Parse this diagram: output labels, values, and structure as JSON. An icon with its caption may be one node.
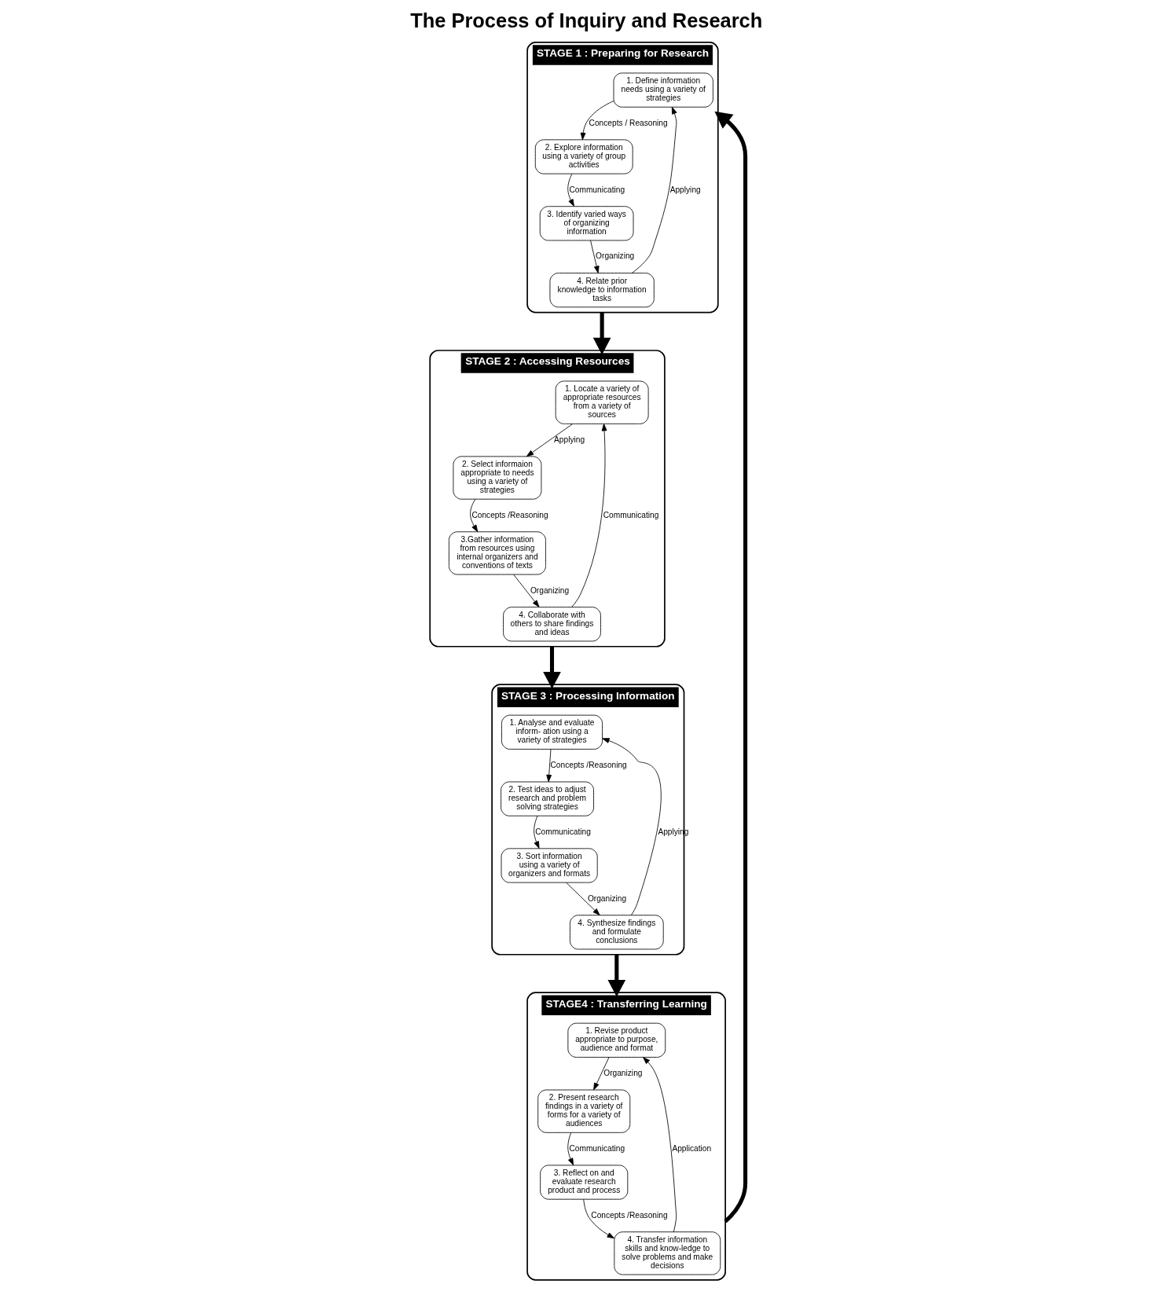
{
  "diagram": {
    "title": "The Process of Inquiry and Research",
    "nodes": [
      {
        "text": [
          "STAGE 1 : Preparing for Research"
        ]
      },
      {
        "text": [
          "1. Define information needs using a variety of strategies"
        ],
        "in": 0
      },
      {
        "text": [
          "2. Explore information using a variety of group activities"
        ],
        "in": 0
      },
      {
        "text": [
          "3. Identify varied ways of organizing information"
        ],
        "in": 0
      },
      {
        "text": [
          "4. Relate prior knowledge to information tasks"
        ],
        "in": 0
      },
      {
        "text": [
          "STAGE 2 : Accessing Resources"
        ]
      },
      {
        "text": [
          "1. Locate a variety of appropriate resources from a variety of sources"
        ],
        "in": 5
      },
      {
        "text": [
          "2. Select informaion appropriate to needs using a variety of strategies"
        ],
        "in": 5
      },
      {
        "text": [
          "3.Gather information from resources using internal organizers and conventions of texts"
        ],
        "in": 5
      },
      {
        "text": [
          "4. Collaborate with others to share findings and ideas"
        ],
        "in": 5
      },
      {
        "text": [
          "STAGE 3 : Processing Information"
        ]
      },
      {
        "text": [
          "1. Analyse and evaluate inform- ation using a variety of strategies"
        ],
        "in": 10
      },
      {
        "text": [
          "2. Test ideas to adjust research and problem solving strategies"
        ],
        "in": 10
      },
      {
        "text": [
          "3. Sort information using a variety of organizers and formats"
        ],
        "in": 10
      },
      {
        "text": [
          "4. Synthesize findings and formulate conclusions"
        ],
        "in": 10
      },
      {
        "text": [
          "STAGE4 : Transferring Learning"
        ]
      },
      {
        "text": [
          "1. Revise product appropriate to purpose, audience and format"
        ],
        "in": 15
      },
      {
        "text": [
          "2. Present research findings in a variety of forms for a variety of audiences"
        ],
        "in": 15
      },
      {
        "text": [
          "3. Reflect on and evaluate research product and process"
        ],
        "in": 15
      },
      {
        "text": [
          "4. Transfer information skills and know-ledge to solve problems and make decisions"
        ],
        "in": 15
      }
    ],
    "edges": [
      {
        "from": 1,
        "to": 2,
        "arrow": "to",
        "label": "Concepts / Reasoning"
      },
      {
        "from": 2,
        "to": 3,
        "arrow": "to",
        "label": "Communicating"
      },
      {
        "from": 3,
        "to": 4,
        "arrow": "to",
        "label": "Organizing"
      },
      {
        "from": 4,
        "to": 1,
        "arrow": "to",
        "label": "Applying"
      },
      {
        "from": 6,
        "to": 7,
        "arrow": "to",
        "label": "Applying"
      },
      {
        "from": 7,
        "to": 8,
        "arrow": "to",
        "label": "Concepts /Reasoning"
      },
      {
        "from": 8,
        "to": 9,
        "arrow": "to",
        "label": "Organizing"
      },
      {
        "from": 9,
        "to": 6,
        "arrow": "to",
        "label": "Communicating"
      },
      {
        "from": 11,
        "to": 12,
        "arrow": "to",
        "label": "Concepts /Reasoning"
      },
      {
        "from": 12,
        "to": 13,
        "arrow": "to",
        "label": "Communicating"
      },
      {
        "from": 13,
        "to": 14,
        "arrow": "to",
        "label": "Organizing"
      },
      {
        "from": 14,
        "to": 11,
        "arrow": "to",
        "label": "Applying"
      },
      {
        "from": 16,
        "to": 17,
        "arrow": "to",
        "label": "Organizing"
      },
      {
        "from": 17,
        "to": 18,
        "arrow": "to",
        "label": "Communicating"
      },
      {
        "from": 18,
        "to": 19,
        "arrow": "to",
        "label": "Concepts /Reasoning"
      },
      {
        "from": 19,
        "to": 16,
        "arrow": "to",
        "label": "Application"
      },
      {
        "from": 0,
        "to": 5,
        "arrow": "to",
        "style": "thick"
      },
      {
        "from": 5,
        "to": 10,
        "arrow": "to",
        "style": "thick"
      },
      {
        "from": 10,
        "to": 15,
        "arrow": "to",
        "style": "thick"
      },
      {
        "from": 15,
        "to": 0,
        "arrow": "to",
        "style": "thick"
      }
    ]
  }
}
